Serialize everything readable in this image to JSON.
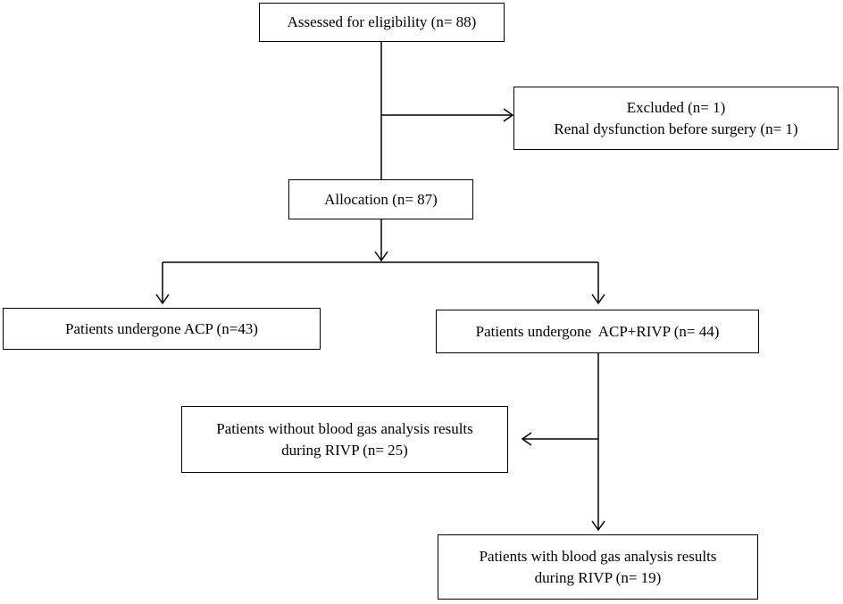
{
  "flowchart": {
    "nodes": {
      "assessed": {
        "lines": [
          "Assessed for eligibility (n= 88)"
        ]
      },
      "excluded": {
        "lines": [
          "Excluded (n= 1)",
          "Renal dysfunction before surgery (n= 1)"
        ]
      },
      "allocation": {
        "lines": [
          "Allocation (n= 87)"
        ]
      },
      "acp": {
        "lines": [
          "Patients undergone ACP (n=43)"
        ]
      },
      "acp_rivp": {
        "lines": [
          "Patients undergone  ACP+RIVP (n= 44)"
        ]
      },
      "without_bga": {
        "lines": [
          "Patients without blood gas analysis results",
          "during RIVP (n= 25)"
        ]
      },
      "with_bga": {
        "lines": [
          "Patients with blood gas analysis results",
          "during RIVP (n= 19)"
        ]
      }
    },
    "edges": [
      {
        "from": "assessed",
        "to": "excluded"
      },
      {
        "from": "assessed",
        "to": "allocation"
      },
      {
        "from": "allocation",
        "to": "acp"
      },
      {
        "from": "allocation",
        "to": "acp_rivp"
      },
      {
        "from": "acp_rivp",
        "to": "without_bga"
      },
      {
        "from": "acp_rivp",
        "to": "with_bga"
      }
    ]
  }
}
